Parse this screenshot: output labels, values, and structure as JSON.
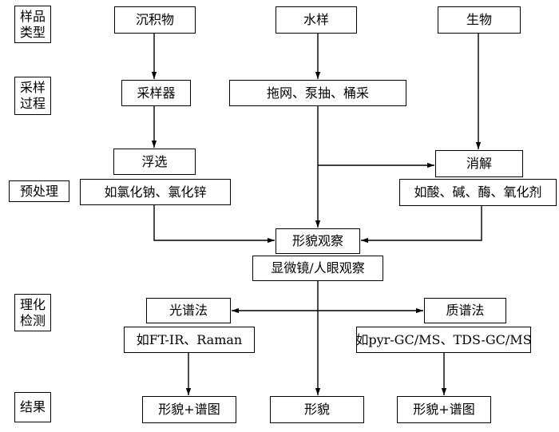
{
  "labels": {
    "sample_type": "样品类型",
    "sampling": "采样过程",
    "pretreatment": "预处理",
    "detection": "理化检测",
    "result": "结果"
  },
  "nodes": {
    "sediment": "沉积物",
    "water": "水样",
    "biota": "生物",
    "sampler": "采样器",
    "trawl": "拖网、泵抽、桶采",
    "flotation": "浮选",
    "digestion": "消解",
    "salt_example": "如氯化钠、氯化锌",
    "reagent_example": "如酸、碱、酶、氧化剂",
    "morphology_obs": "形貌观察",
    "microscope": "显微镜/人眼观察",
    "spectroscopy": "光谱法",
    "mass_spec": "质谱法",
    "spectro_example": "如FT-IR、Raman",
    "ms_example": "如pyr-GC/MS、TDS-GC/MS",
    "result_left": "形貌+谱图",
    "result_mid": "形貌",
    "result_right": "形貌+谱图"
  }
}
